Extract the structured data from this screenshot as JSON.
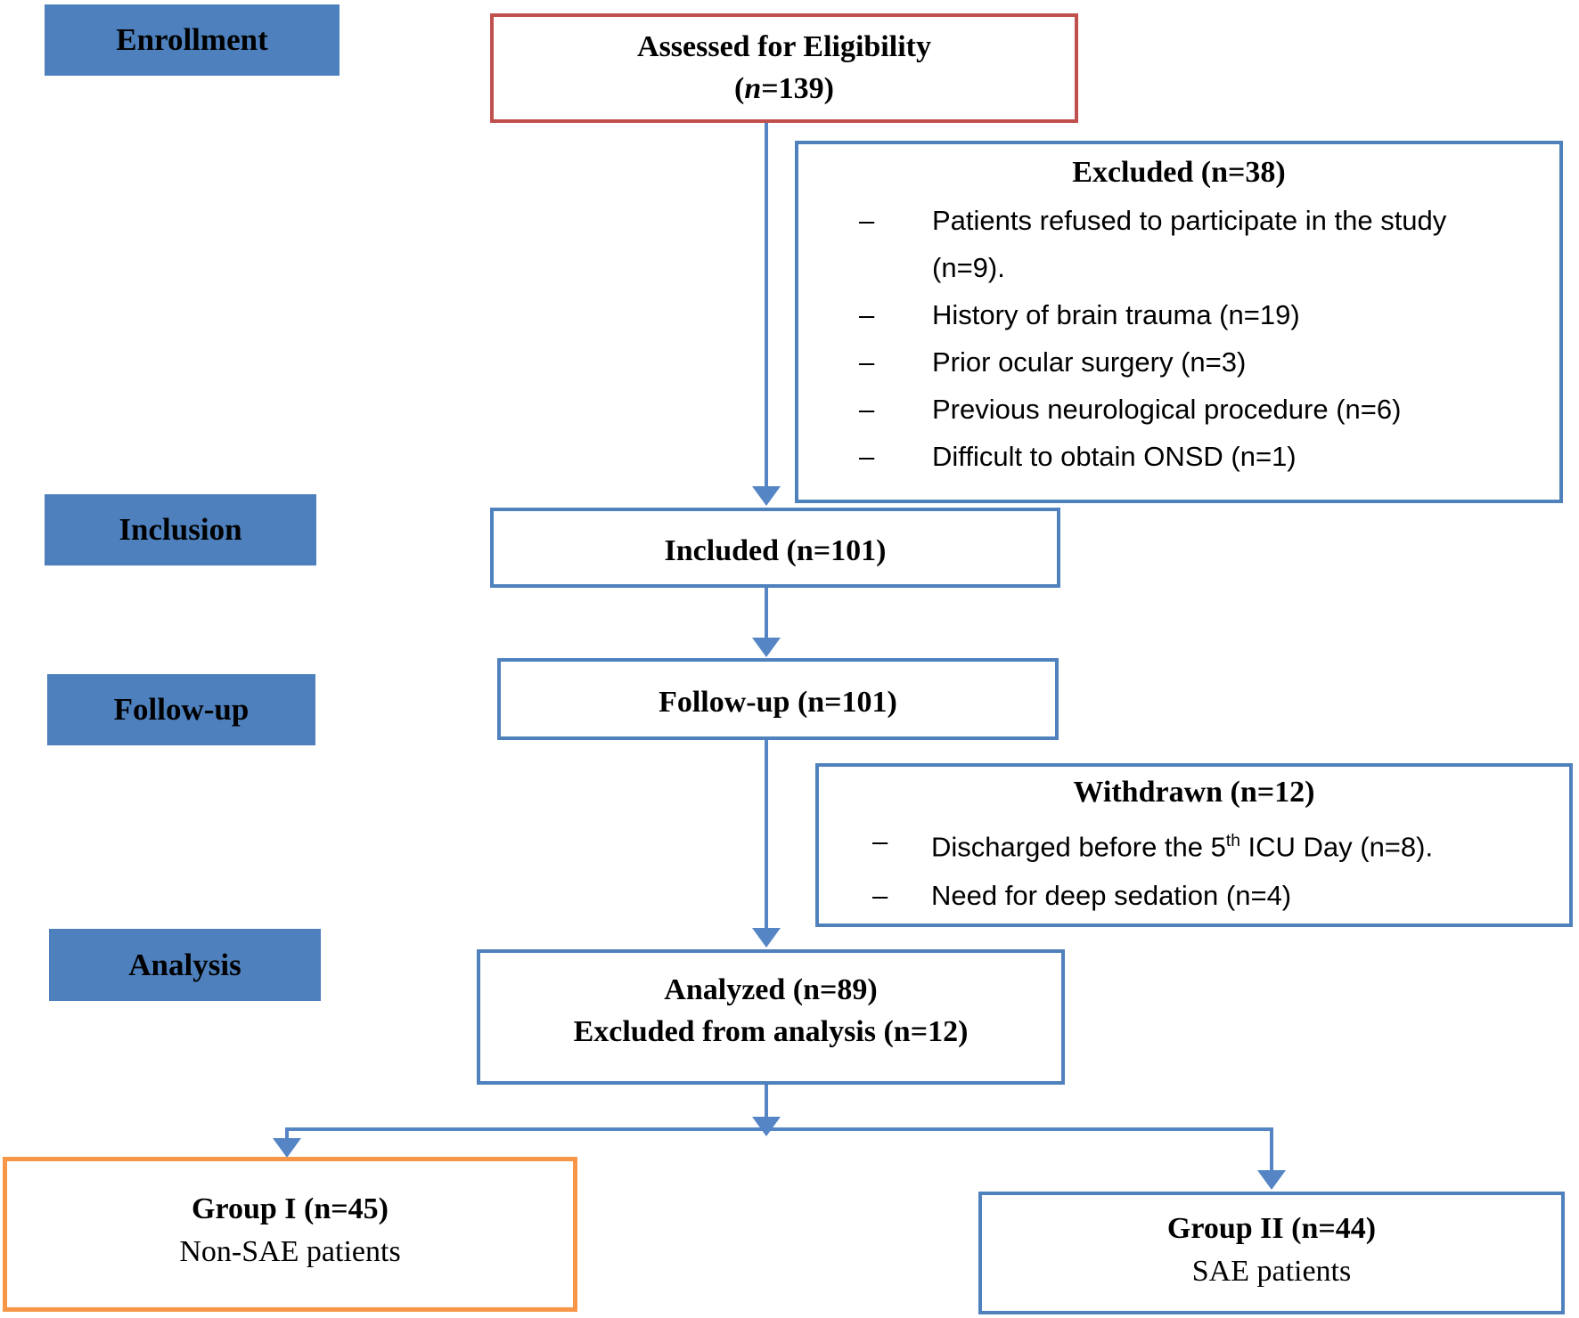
{
  "colors": {
    "label_fill": "#4d80bd",
    "box_border_blue": "#4f81bd",
    "box_border_red": "#c0504d",
    "box_border_orange": "#f79646",
    "arrow": "#5585c5"
  },
  "bullet": "–",
  "stage_labels": {
    "enrollment": "Enrollment",
    "inclusion": "Inclusion",
    "followup": "Follow-up",
    "analysis": "Analysis"
  },
  "assessed": {
    "title": "Assessed for Eligibility",
    "n_open": "(",
    "n_var": "n",
    "n_rest": "=139)"
  },
  "excluded": {
    "title": "Excluded (n=38)",
    "items": [
      "Patients refused to participate in the study (n=9).",
      "History of brain trauma (n=19)",
      "Prior ocular surgery (n=3)",
      "Previous neurological procedure (n=6)",
      "Difficult to obtain ONSD (n=1)"
    ]
  },
  "included": {
    "title": "Included (n=101)"
  },
  "followup_box": {
    "title": "Follow-up (n=101)"
  },
  "withdrawn": {
    "title": "Withdrawn (n=12)",
    "item1_pre": "Discharged before the 5",
    "item1_sup": "th",
    "item1_post": " ICU Day (n=8).",
    "item2": "Need for deep sedation (n=4)"
  },
  "analyzed": {
    "line1": "Analyzed (n=89)",
    "line2": "Excluded from analysis (n=12)"
  },
  "group1": {
    "title": "Group I (n=45)",
    "subtitle": "Non-SAE patients"
  },
  "group2": {
    "title": "Group II (n=44)",
    "subtitle": "SAE patients"
  }
}
